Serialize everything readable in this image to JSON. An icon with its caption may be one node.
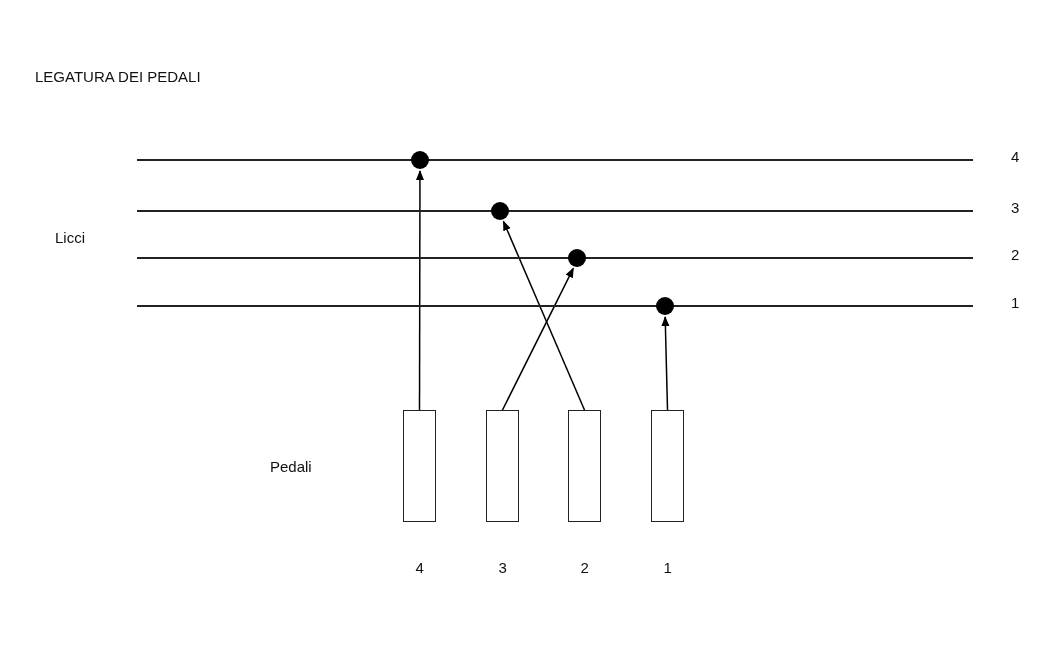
{
  "diagram": {
    "title": "LEGATURA DEI PEDALI",
    "nodes": [
      {
        "text": [],
        "shape": "line",
        "beside": [
          "4"
        ]
      },
      {
        "text": [],
        "shape": "line",
        "beside": [
          "3"
        ]
      },
      {
        "text": [],
        "shape": "line",
        "beside": [
          "2"
        ]
      },
      {
        "text": [],
        "shape": "line",
        "beside": [
          "1"
        ]
      },
      {
        "text": [],
        "shape": "circle"
      },
      {
        "text": [],
        "shape": "circle"
      },
      {
        "text": [],
        "shape": "circle"
      },
      {
        "text": [],
        "shape": "circle"
      },
      {
        "text": [],
        "shape": "box",
        "beside": [
          "4"
        ]
      },
      {
        "text": [],
        "shape": "box",
        "beside": [
          "3"
        ]
      },
      {
        "text": [],
        "shape": "box",
        "beside": [
          "2"
        ]
      },
      {
        "text": [],
        "shape": "box",
        "beside": [
          "1"
        ]
      }
    ],
    "edges": [
      {
        "from": 8,
        "to": 4,
        "arrow": "to"
      },
      {
        "from": 9,
        "to": 6,
        "arrow": "to"
      },
      {
        "from": 10,
        "to": 5,
        "arrow": "to"
      },
      {
        "from": 11,
        "to": 7,
        "arrow": "to"
      }
    ],
    "labels": [
      "Licci",
      "Pedali"
    ]
  }
}
